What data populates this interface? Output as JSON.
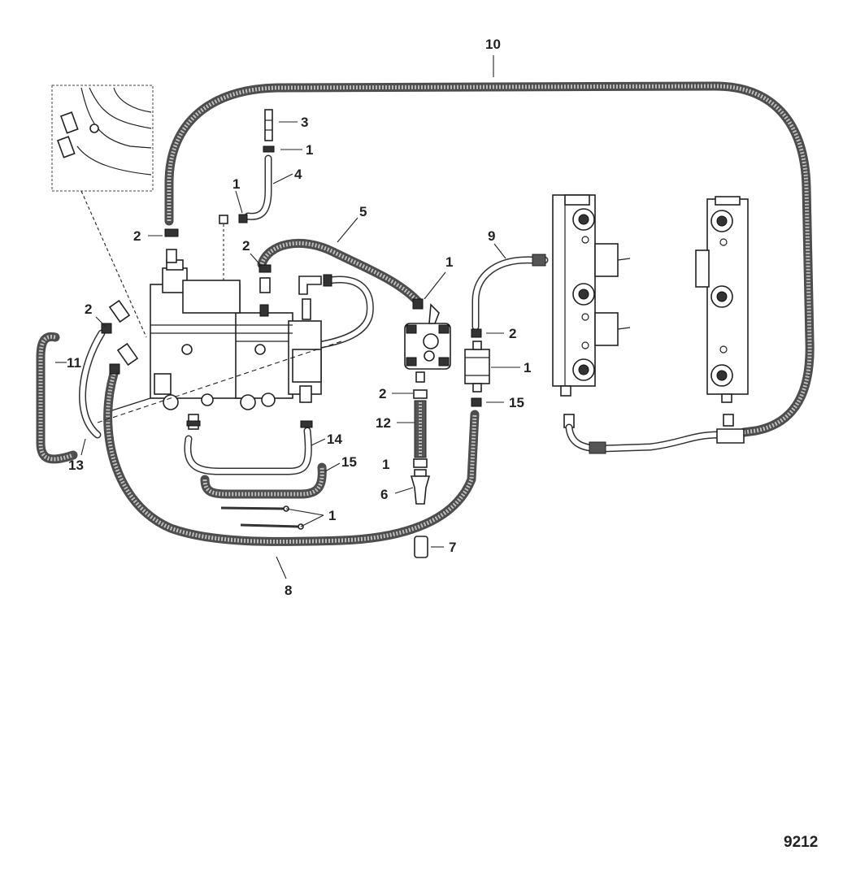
{
  "callouts": [
    {
      "key": "c10",
      "label": "10"
    },
    {
      "key": "c3",
      "label": "3"
    },
    {
      "key": "c1a",
      "label": "1"
    },
    {
      "key": "c4",
      "label": "4"
    },
    {
      "key": "c1b",
      "label": "1"
    },
    {
      "key": "c5",
      "label": "5"
    },
    {
      "key": "c2a",
      "label": "2"
    },
    {
      "key": "c2b",
      "label": "2"
    },
    {
      "key": "c9",
      "label": "9"
    },
    {
      "key": "c1c",
      "label": "1"
    },
    {
      "key": "c2c",
      "label": "2"
    },
    {
      "key": "c2d",
      "label": "2"
    },
    {
      "key": "c15a",
      "label": "15"
    },
    {
      "key": "c11",
      "label": "11"
    },
    {
      "key": "c1d",
      "label": "1"
    },
    {
      "key": "c2e",
      "label": "2"
    },
    {
      "key": "c12",
      "label": "12"
    },
    {
      "key": "c13",
      "label": "13"
    },
    {
      "key": "c14",
      "label": "14"
    },
    {
      "key": "c15b",
      "label": "15"
    },
    {
      "key": "c1e",
      "label": "1"
    },
    {
      "key": "c6",
      "label": "6"
    },
    {
      "key": "c1f",
      "label": "1"
    },
    {
      "key": "c7",
      "label": "7"
    },
    {
      "key": "c8",
      "label": "8"
    }
  ],
  "figure_number": "9212"
}
